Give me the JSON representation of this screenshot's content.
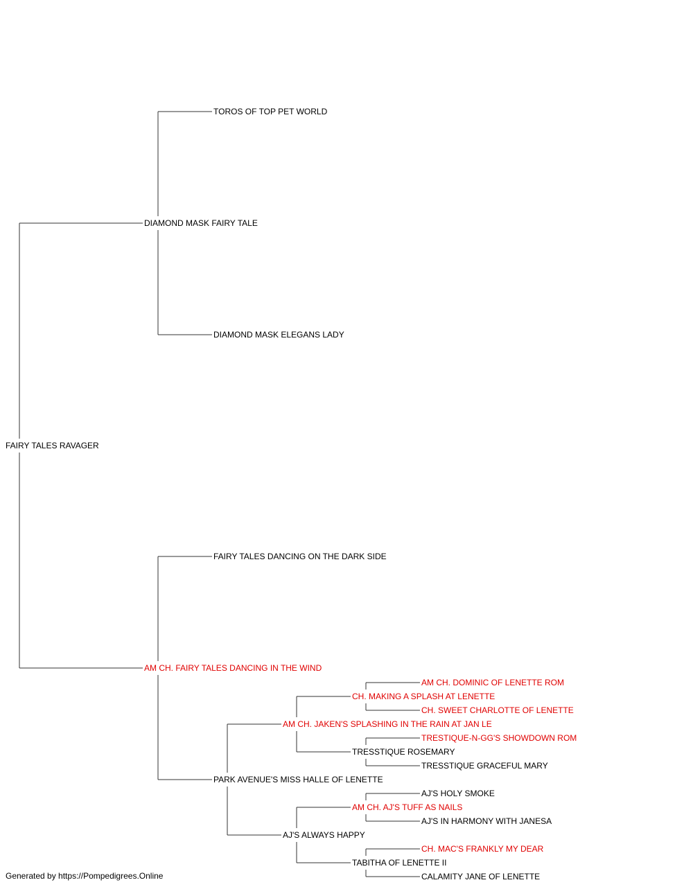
{
  "colors": {
    "normal": "#000000",
    "champion": "#e00000",
    "line": "#333333"
  },
  "pedigree": {
    "name": "FAIRY TALES RAVAGER",
    "champion": false,
    "sire": {
      "name": "DIAMOND MASK FAIRY TALE",
      "champion": false,
      "sire": {
        "name": "TOROS OF TOP PET WORLD",
        "champion": false
      },
      "dam": {
        "name": "DIAMOND MASK ELEGANS LADY",
        "champion": false
      }
    },
    "dam": {
      "name": "AM CH. FAIRY TALES DANCING IN THE WIND",
      "champion": true,
      "sire": {
        "name": "FAIRY TALES DANCING ON THE DARK SIDE",
        "champion": false
      },
      "dam": {
        "name": "PARK AVENUE'S MISS HALLE OF LENETTE",
        "champion": false,
        "sire": {
          "name": "AM CH. JAKEN'S SPLASHING IN THE RAIN AT JAN LE",
          "champion": true,
          "sire": {
            "name": "CH. MAKING A SPLASH AT LENETTE",
            "champion": true,
            "sire": {
              "name": "AM CH. DOMINIC OF LENETTE ROM",
              "champion": true
            },
            "dam": {
              "name": "CH. SWEET CHARLOTTE OF LENETTE",
              "champion": true
            }
          },
          "dam": {
            "name": "TRESSTIQUE ROSEMARY",
            "champion": false,
            "sire": {
              "name": "TRESTIQUE-N-GG'S SHOWDOWN ROM",
              "champion": true
            },
            "dam": {
              "name": "TRESSTIQUE GRACEFUL MARY",
              "champion": false
            }
          }
        },
        "dam": {
          "name": "AJ'S ALWAYS HAPPY",
          "champion": false,
          "sire": {
            "name": "AM CH. AJ'S TUFF AS NAILS",
            "champion": true,
            "sire": {
              "name": "AJ'S HOLY SMOKE",
              "champion": false
            },
            "dam": {
              "name": "AJ'S IN HARMONY WITH JANESA",
              "champion": false
            }
          },
          "dam": {
            "name": "TABITHA OF LENETTE II",
            "champion": false,
            "sire": {
              "name": "CH. MAC'S FRANKLY MY DEAR",
              "champion": true
            },
            "dam": {
              "name": "CALAMITY JANE OF LENETTE",
              "champion": false
            }
          }
        }
      }
    }
  },
  "footer": "Generated by https://Pompedigrees.Online"
}
